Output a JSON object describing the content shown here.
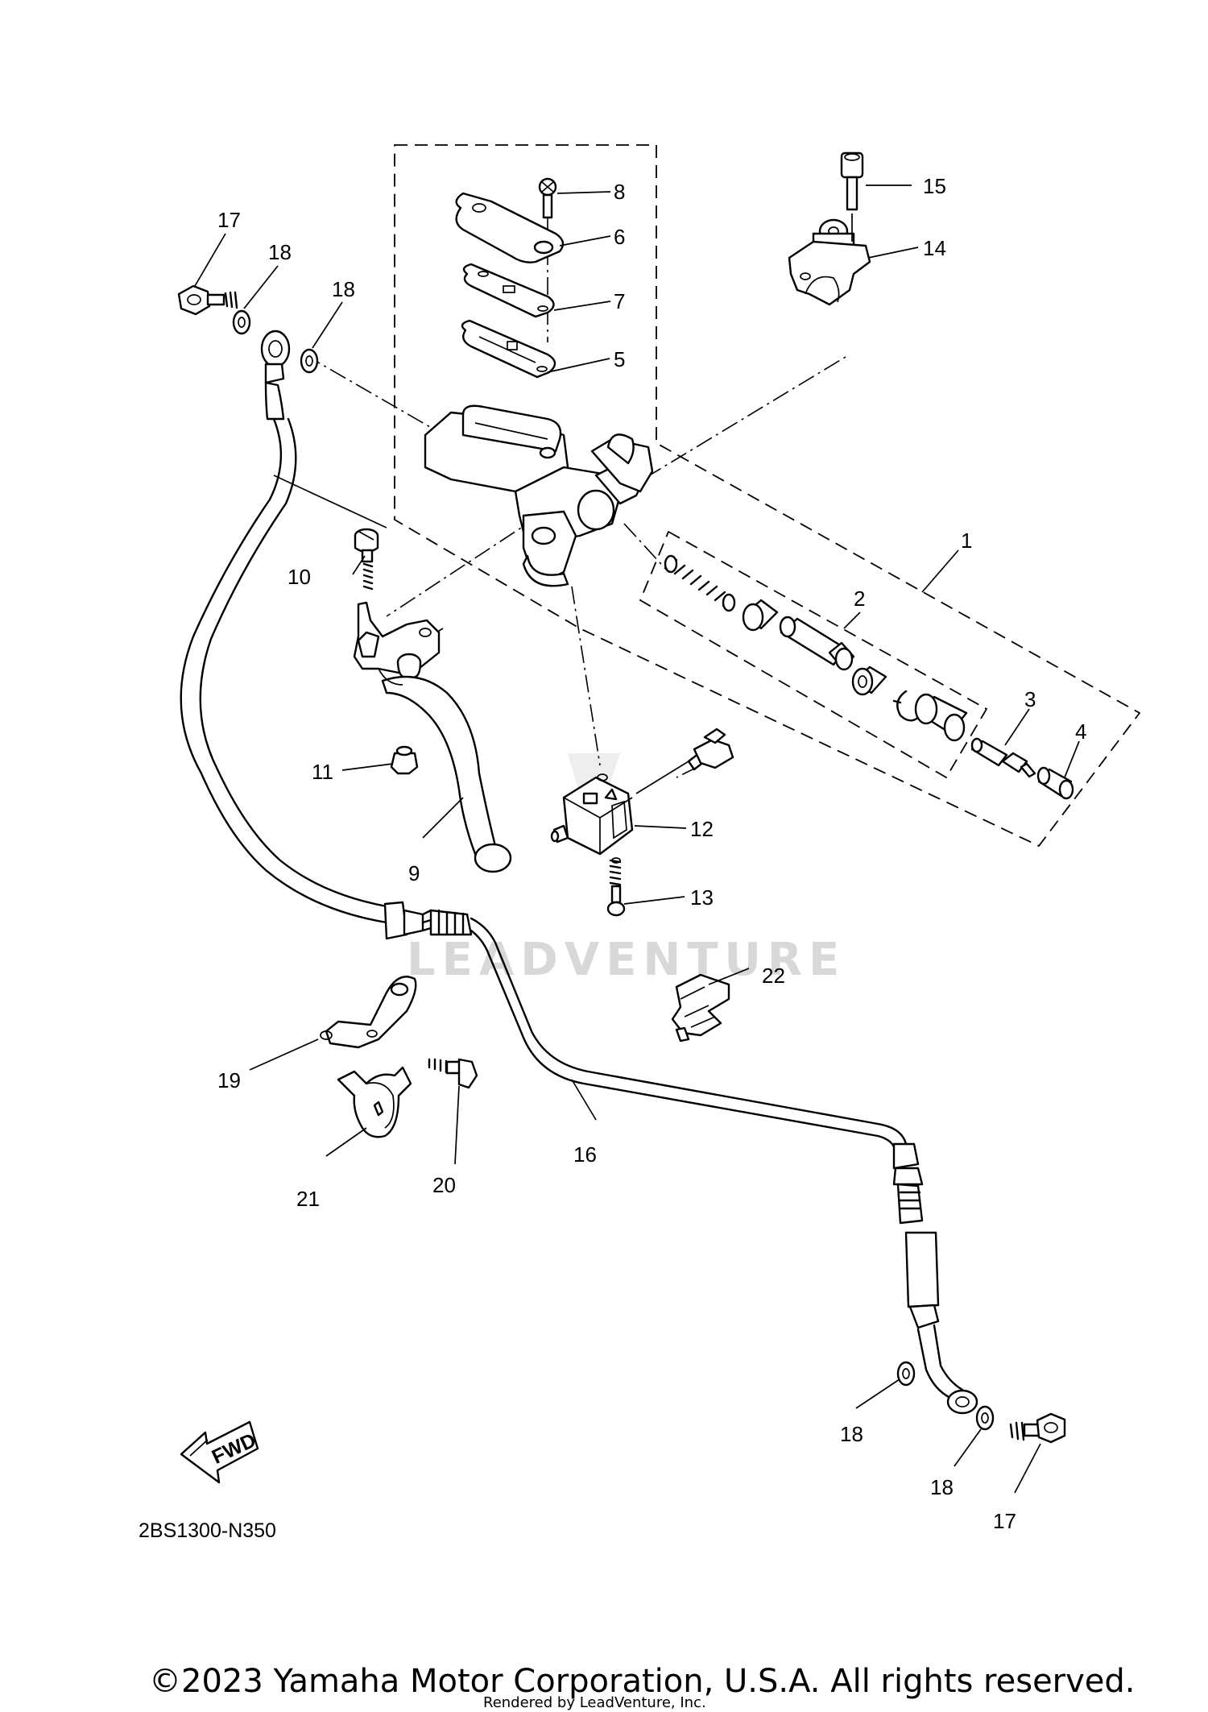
{
  "diagram": {
    "code": "2BS1300-N350",
    "fwd_label": "FWD",
    "watermark": "LEADVENTURE",
    "labels": {
      "p1": "1",
      "p2": "2",
      "p3": "3",
      "p4": "4",
      "p5": "5",
      "p6": "6",
      "p7": "7",
      "p8": "8",
      "p9": "9",
      "p10": "10",
      "p11": "11",
      "p12": "12",
      "p13": "13",
      "p14": "14",
      "p15": "15",
      "p16": "16",
      "p17": "17",
      "p18": "18",
      "p19": "19",
      "p20": "20",
      "p21": "21",
      "p22": "22"
    }
  },
  "footer": {
    "copyright": "©2023 Yamaha Motor Corporation, U.S.A. All rights reserved.",
    "rendered_by": "Rendered by LeadVenture, Inc."
  }
}
